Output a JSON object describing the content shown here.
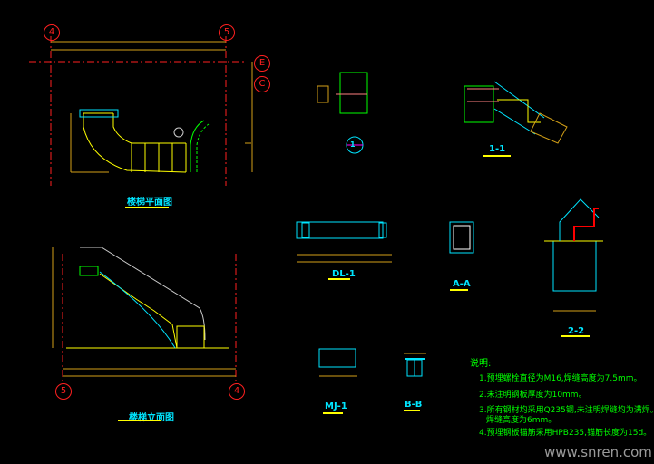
{
  "axes": {
    "top_left": "4",
    "top_right": "5",
    "right_top": "E",
    "right_bottom": "C",
    "bottom_left": "5",
    "bottom_right": "4"
  },
  "titles": {
    "plan": "楼梯平面图",
    "elevation": "楼梯立面图",
    "section_1_1": "1-1",
    "detail_1": "1",
    "beam_dl1": "DL-1",
    "section_a_a": "A-A",
    "section_2_2": "2-2",
    "embed_mj1": "MJ-1",
    "section_b_b": "B-B"
  },
  "notes": {
    "heading": "说明:",
    "items": [
      "1.预埋螺栓直径为M16,焊缝高度为7.5mm。",
      "2.未注明钢板厚度为10mm。",
      "3.所有钢材均采用Q235钢,未注明焊缝均为满焊。",
      "焊缝高度为6mm。",
      "4.预埋钢板锚筋采用HPB235,锚筋长度为15d。"
    ]
  },
  "watermark": "www.snren.com",
  "colors": {
    "axis": "#ff2020",
    "dim": "#d4a017",
    "title": "#00e5ff",
    "text": "#00ff00",
    "stair": "#ffff00"
  }
}
